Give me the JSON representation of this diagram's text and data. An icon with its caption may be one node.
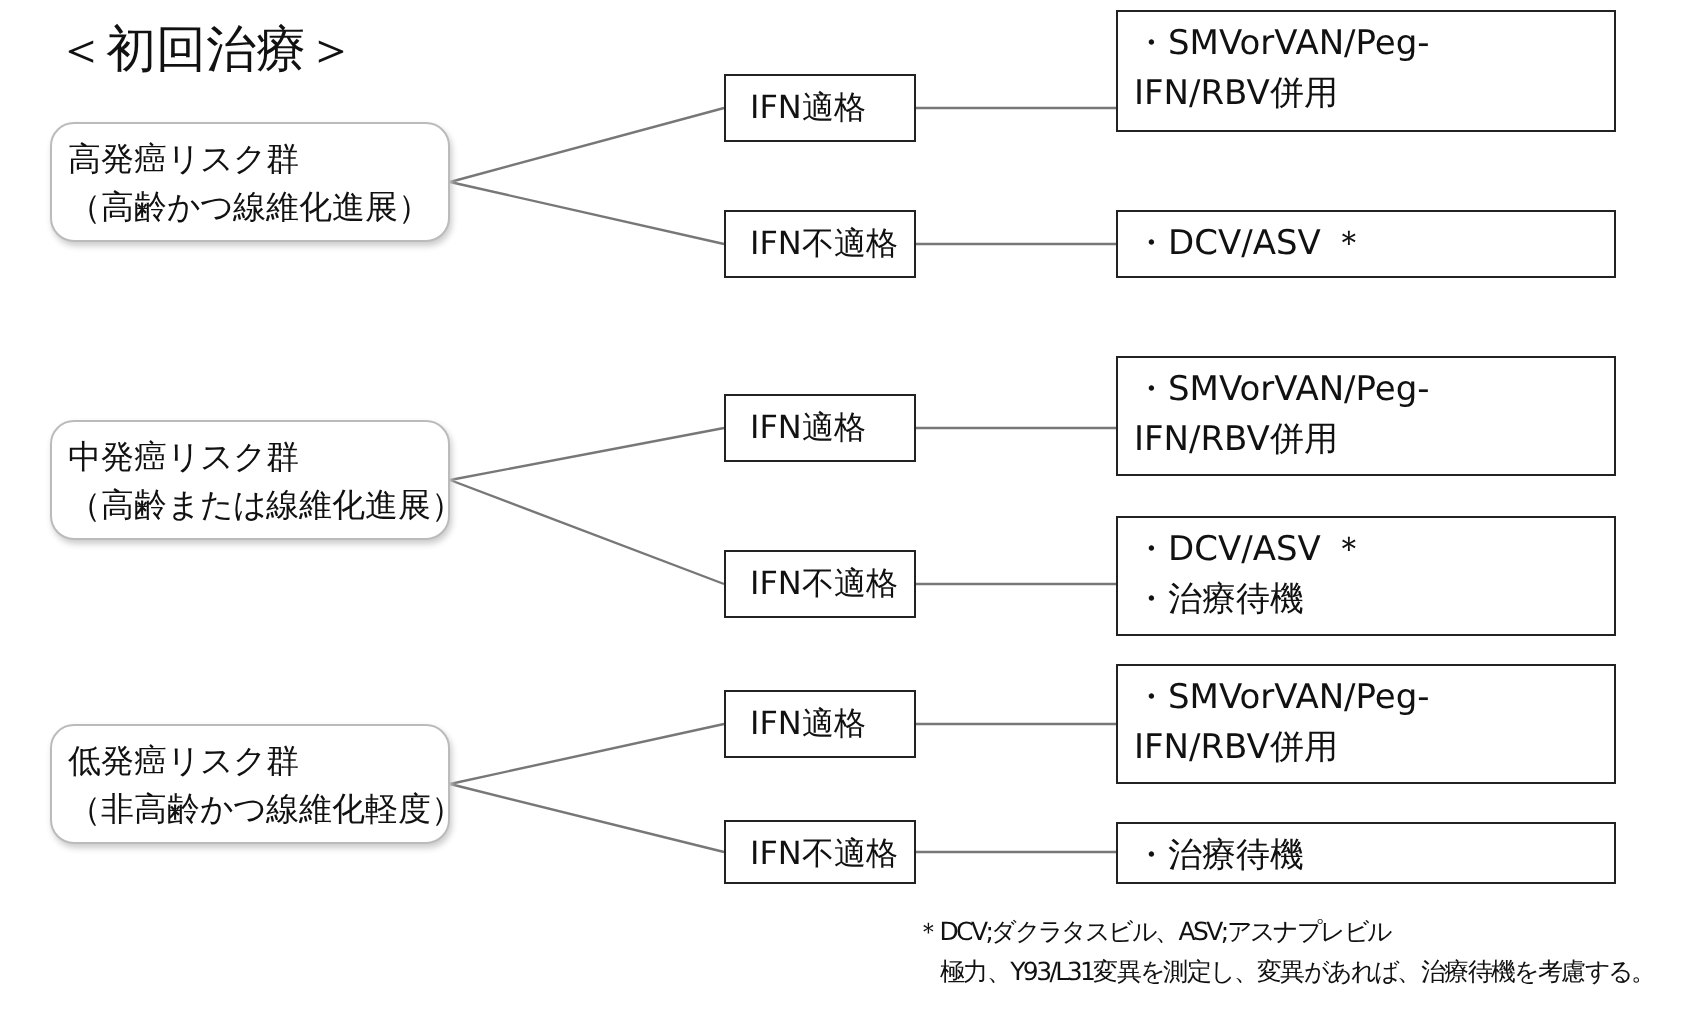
{
  "diagram": {
    "title": "＜初回治療＞",
    "nodes": [
      {
        "text": [
          "高発癌リスク群",
          "（高齢かつ線維化進展）"
        ]
      },
      {
        "text": [
          "IFN適格"
        ]
      },
      {
        "text": [
          "・SMVorVAN/Peg-IFN/RBV併用"
        ]
      },
      {
        "text": [
          "IFN不適格"
        ]
      },
      {
        "text": [
          "・DCV/ASV ＊"
        ]
      },
      {
        "text": [
          "中発癌リスク群",
          "（高齢または線維化進展）"
        ]
      },
      {
        "text": [
          "IFN適格"
        ]
      },
      {
        "text": [
          "・SMVorVAN/Peg-IFN/RBV併用"
        ]
      },
      {
        "text": [
          "IFN不適格"
        ]
      },
      {
        "text": [
          "・DCV/ASV ＊",
          "・治療待機"
        ]
      },
      {
        "text": [
          "低発癌リスク群",
          "（非高齢かつ線維化軽度）"
        ]
      },
      {
        "text": [
          "IFN適格"
        ]
      },
      {
        "text": [
          "・SMVorVAN/Peg-IFN/RBV併用"
        ]
      },
      {
        "text": [
          "IFN不適格"
        ]
      },
      {
        "text": [
          "・治療待機"
        ]
      }
    ],
    "edges": [
      {
        "from": 0,
        "to": 1,
        "arrow": "none"
      },
      {
        "from": 0,
        "to": 3,
        "arrow": "none"
      },
      {
        "from": 1,
        "to": 2,
        "arrow": "none"
      },
      {
        "from": 3,
        "to": 4,
        "arrow": "none"
      },
      {
        "from": 5,
        "to": 6,
        "arrow": "none"
      },
      {
        "from": 5,
        "to": 8,
        "arrow": "none"
      },
      {
        "from": 6,
        "to": 7,
        "arrow": "none"
      },
      {
        "from": 8,
        "to": 9,
        "arrow": "none"
      },
      {
        "from": 10,
        "to": 11,
        "arrow": "none"
      },
      {
        "from": 10,
        "to": 13,
        "arrow": "none"
      },
      {
        "from": 11,
        "to": 12,
        "arrow": "none"
      },
      {
        "from": 13,
        "to": 14,
        "arrow": "none"
      }
    ],
    "labels": [
      "＊DCV;ダクラタスビル、ASV;アスナプレビル",
      "極力、Y93/L31変異を測定し、変異があれば、治療待機を考慮する。"
    ]
  }
}
